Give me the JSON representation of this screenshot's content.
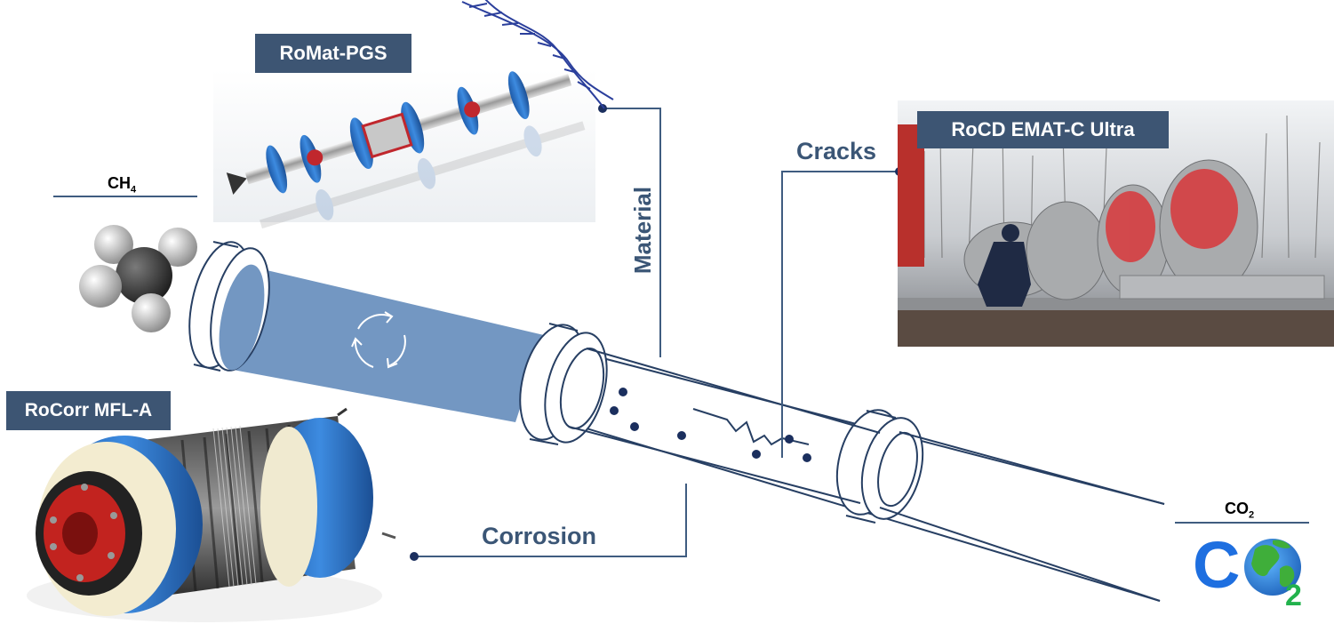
{
  "tools": {
    "romat": "RoMat-PGS",
    "rocd": "RoCD EMAT-C Ultra",
    "rocorr": "RoCorr MFL-A"
  },
  "labels": {
    "material": "Material",
    "cracks": "Cracks",
    "corrosion": "Corrosion"
  },
  "chemistry": {
    "methane_base": "CH",
    "methane_sub": "4",
    "co2_base": "CO",
    "co2_sub": "2",
    "co2_logo_letters": "C",
    "co2_logo_sub": "2"
  },
  "icons": [
    "methane-molecule-icon",
    "recycle-arrows-icon",
    "earth-globe-icon",
    "dna-helix-icon"
  ],
  "colors": {
    "tag_bg": "#3d5573",
    "label_text": "#3b5676",
    "pipe_fill": "#7397c2",
    "line": "#3f5c80",
    "dot": "#1b2f5e",
    "co2_blue": "#1e6fe0",
    "co2_green": "#22b24c"
  }
}
